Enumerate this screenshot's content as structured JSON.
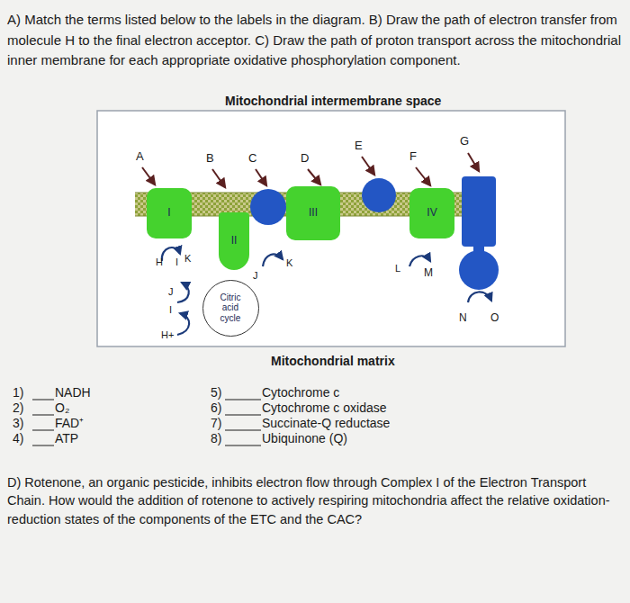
{
  "diagram": {
    "nodes": [
      {
        "text": [
          "I"
        ]
      },
      {
        "text": [
          "II"
        ]
      },
      {
        "text": [
          "Citric acid cycle"
        ]
      },
      {
        "text": [
          "III"
        ]
      },
      {
        "text": [
          "IV"
        ]
      }
    ],
    "labels": [
      "A) Match the terms listed below to the labels in the diagram. B) Draw the path of electron transfer from molecule H to the final electron acceptor. C) Draw the path of proton transport across the mitochondrial inner membrane for each appropriate oxidative phosphorylation component.",
      "Mitochondrial intermembrane space",
      "A",
      "B",
      "C",
      "D",
      "E",
      "F",
      "G",
      "H",
      "I",
      "K",
      "K",
      "J",
      "J",
      "I",
      "H+",
      "L",
      "M",
      "N",
      "O",
      "Mitochondrial matrix",
      "1)",
      "NADH",
      "2)",
      "O₂",
      "3)",
      "FAD⁺",
      "4)",
      "ATP",
      "5)",
      "Cytochrome c",
      "6)",
      "Cytochrome c oxidase",
      "7)",
      "Succinate-Q reductase",
      "8)",
      "Ubiquinone (Q)",
      "D) Rotenone, an organic pesticide, inhibits electron flow through Complex I of the Electron Transport Chain. How would the addition of rotenone to actively respiring mitochondria affect the relative oxidation-reduction states of the components of the ETC and the CAC?"
    ]
  }
}
